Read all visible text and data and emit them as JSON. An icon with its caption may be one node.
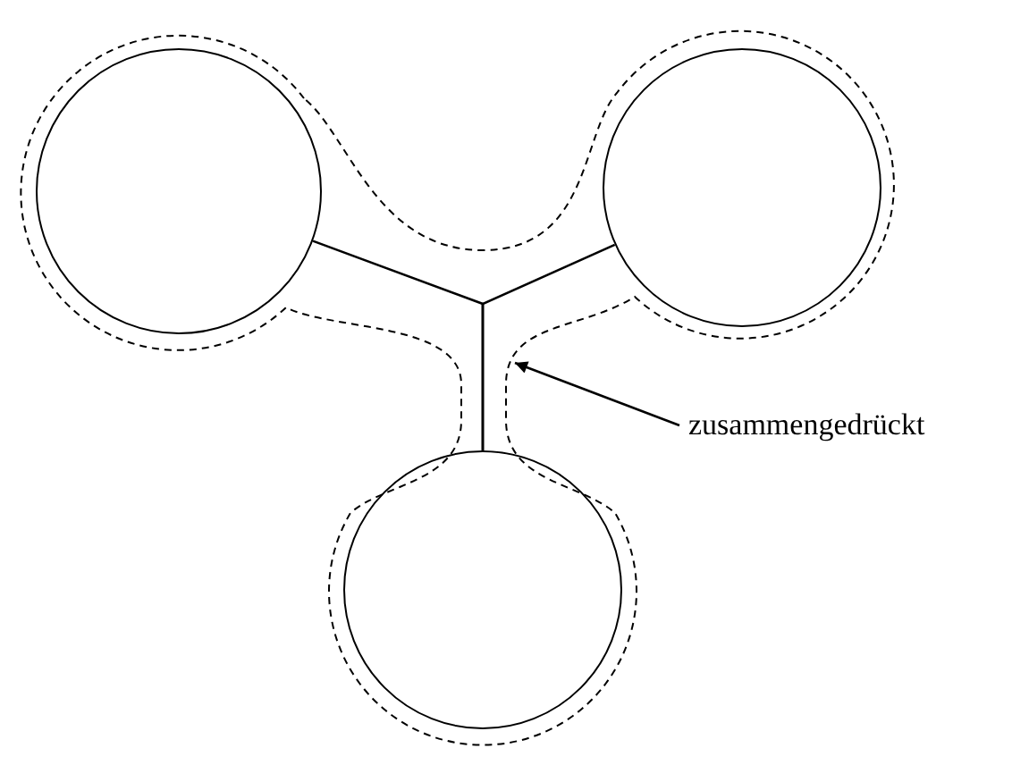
{
  "diagram": {
    "nodes": [
      {
        "text": [],
        "shape": "circle"
      },
      {
        "text": [],
        "shape": "circle"
      },
      {
        "text": [],
        "shape": "circle"
      },
      {
        "text": [
          "zusammengedrückt"
        ]
      }
    ],
    "edges": [
      {
        "from": 0,
        "to": 2,
        "arrow": "none"
      },
      {
        "from": 1,
        "to": 2,
        "arrow": "none"
      },
      {
        "from": 3,
        "to": null,
        "arrow": "to"
      }
    ]
  }
}
